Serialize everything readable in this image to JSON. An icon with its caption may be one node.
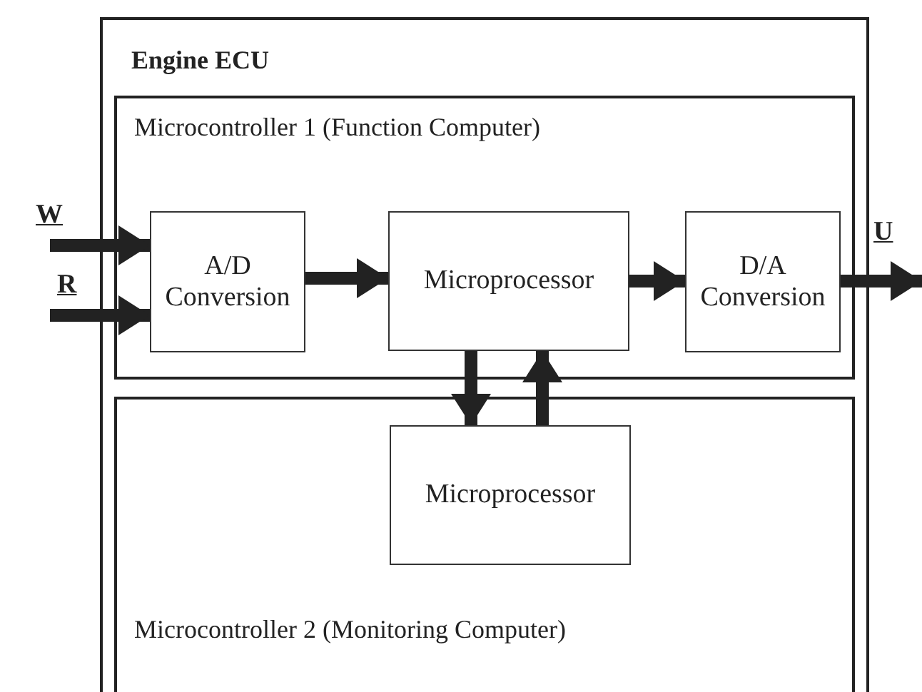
{
  "diagram": {
    "nodes": [
      {
        "text": [
          "Engine ECU"
        ]
      },
      {
        "text": [
          "Microcontroller 1 (Function Computer)"
        ],
        "in": 0
      },
      {
        "text": [
          "A/D Conversion"
        ],
        "in": 1
      },
      {
        "text": [
          "Microprocessor"
        ],
        "in": 1
      },
      {
        "text": [
          "D/A Conversion"
        ],
        "in": 1
      },
      {
        "text": [
          "Microcontroller 2 (Monitoring Computer)"
        ],
        "in": 0
      },
      {
        "text": [
          "Microprocessor"
        ],
        "in": 5
      }
    ],
    "edges": [
      {
        "from": null,
        "to": 2,
        "arrow": "to",
        "label": "W"
      },
      {
        "from": null,
        "to": 2,
        "arrow": "to",
        "label": "R"
      },
      {
        "from": 2,
        "to": 3,
        "arrow": "to"
      },
      {
        "from": 3,
        "to": 4,
        "arrow": "to"
      },
      {
        "from": 4,
        "to": null,
        "arrow": "to",
        "label": "U"
      },
      {
        "from": 3,
        "to": 6,
        "arrow": "to"
      },
      {
        "from": 6,
        "to": 3,
        "arrow": "to"
      }
    ]
  }
}
